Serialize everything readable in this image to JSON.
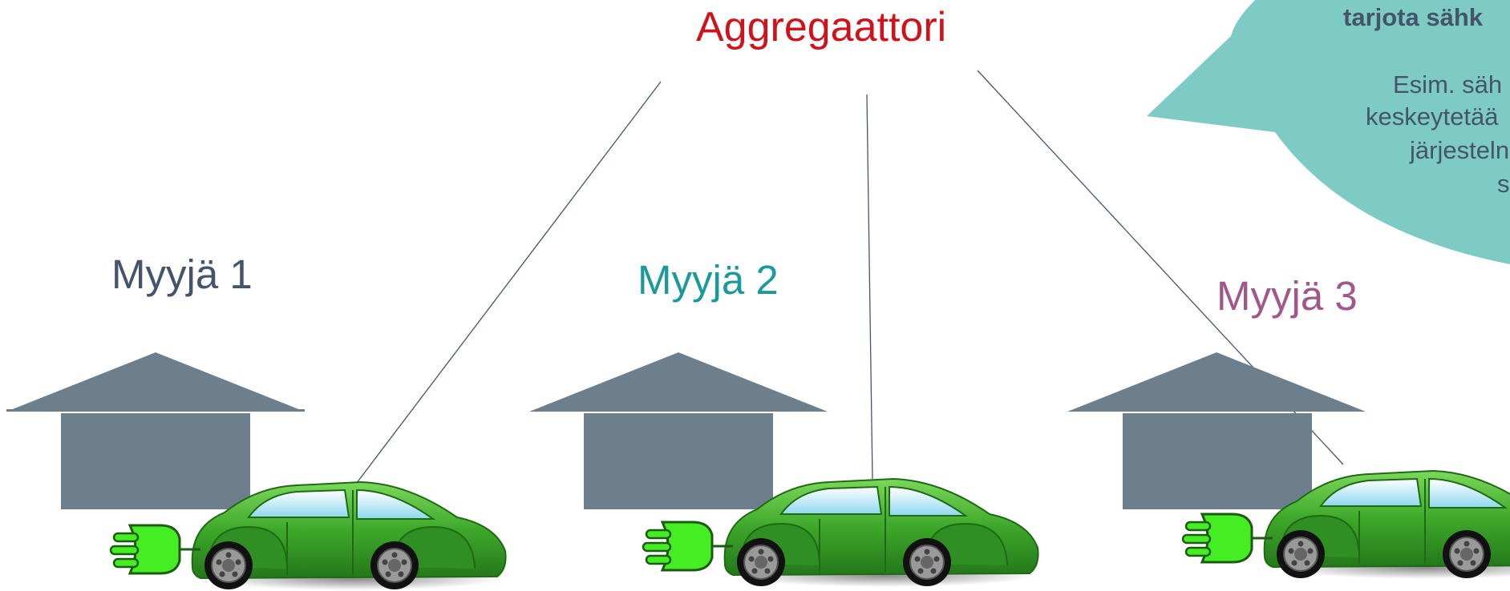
{
  "aggregator": {
    "title": "Aggregaattori",
    "color": "#d0121b"
  },
  "sellers": [
    {
      "label": "Myyjä 1",
      "color": "#44546a"
    },
    {
      "label": "Myyjä 2",
      "color": "#1a9a9b"
    },
    {
      "label": "Myyjä 3",
      "color": "#a0578a"
    }
  ],
  "callout": {
    "color": "#7ecbc6",
    "lines": [
      "tarjota sähk",
      "Esim. säh",
      "keskeytetää",
      "järjesteln",
      "s"
    ]
  },
  "house_color": "#6d7f8d",
  "car_color": "#3ea82a",
  "plug_color": "#44ee22"
}
